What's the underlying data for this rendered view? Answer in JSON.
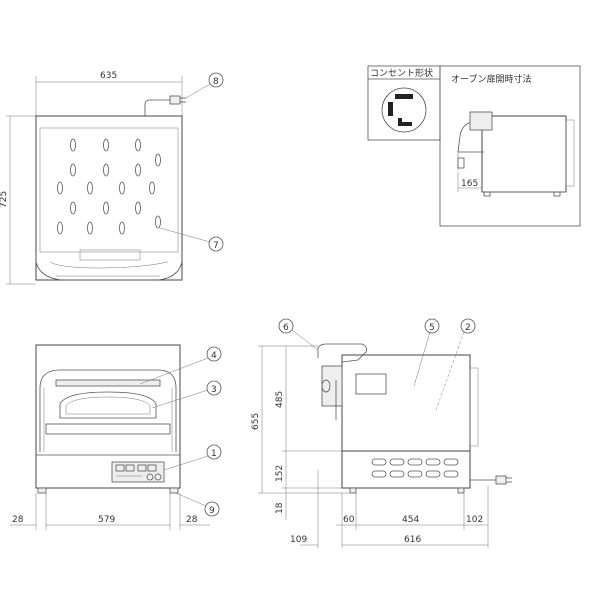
{
  "dimensions": {
    "top_width": "635",
    "top_depth": "725",
    "side_height_total": "655",
    "side_height_upper": "485",
    "side_height_lower": "152",
    "side_foot": "18",
    "front_left": "28",
    "front_mid": "579",
    "front_right": "28",
    "side_a": "60",
    "side_b": "454",
    "side_c": "102",
    "side_d": "109",
    "side_e": "616",
    "door_open": "165"
  },
  "callouts": [
    "1",
    "2",
    "3",
    "4",
    "5",
    "6",
    "7",
    "8",
    "9"
  ],
  "boxes": {
    "outlet_title": "コンセント形状",
    "door_title": "オーブン扉開時寸法"
  }
}
